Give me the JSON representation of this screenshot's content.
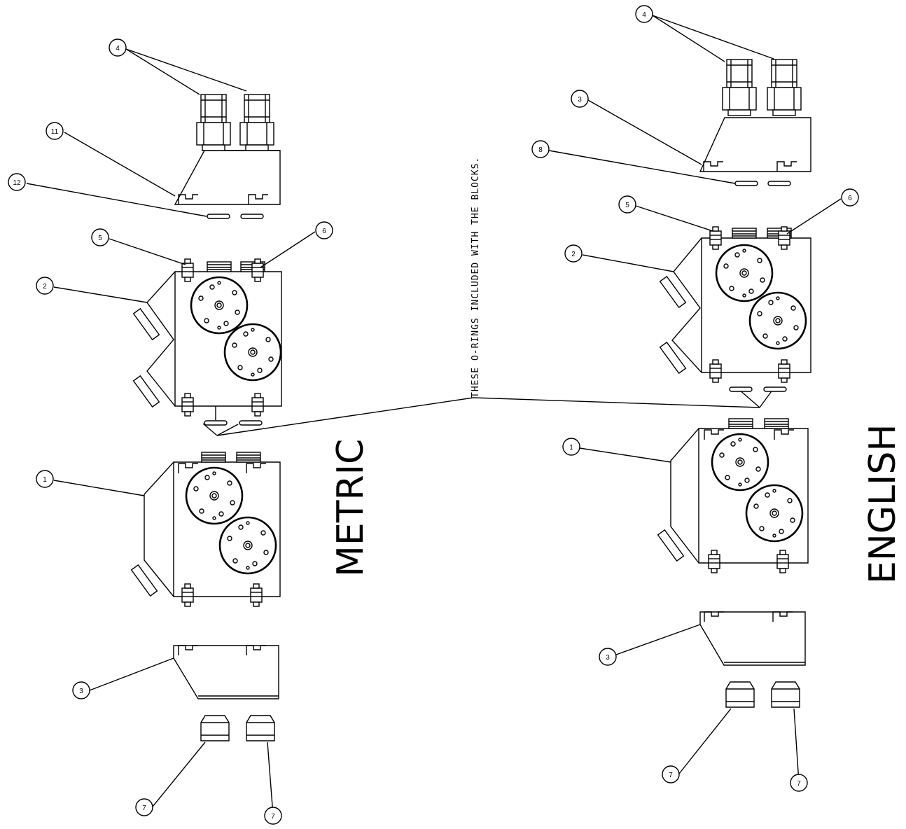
{
  "labels": {
    "metric": "METRIC",
    "english": "ENGLISH",
    "note": "THESE O-RINGS INCLUDED WITH THE BLOCKS."
  },
  "balloons": {
    "metric": {
      "b4": "4",
      "b11": "11",
      "b12": "12",
      "b5": "5",
      "b6": "6",
      "b2": "2",
      "b1": "1",
      "b3": "3",
      "b7a": "7",
      "b7b": "7"
    },
    "english": {
      "b4": "4",
      "b3top": "3",
      "b8": "8",
      "b5": "5",
      "b6": "6",
      "b2": "2",
      "b1": "1",
      "b3": "3",
      "b7a": "7",
      "b7b": "7"
    }
  }
}
